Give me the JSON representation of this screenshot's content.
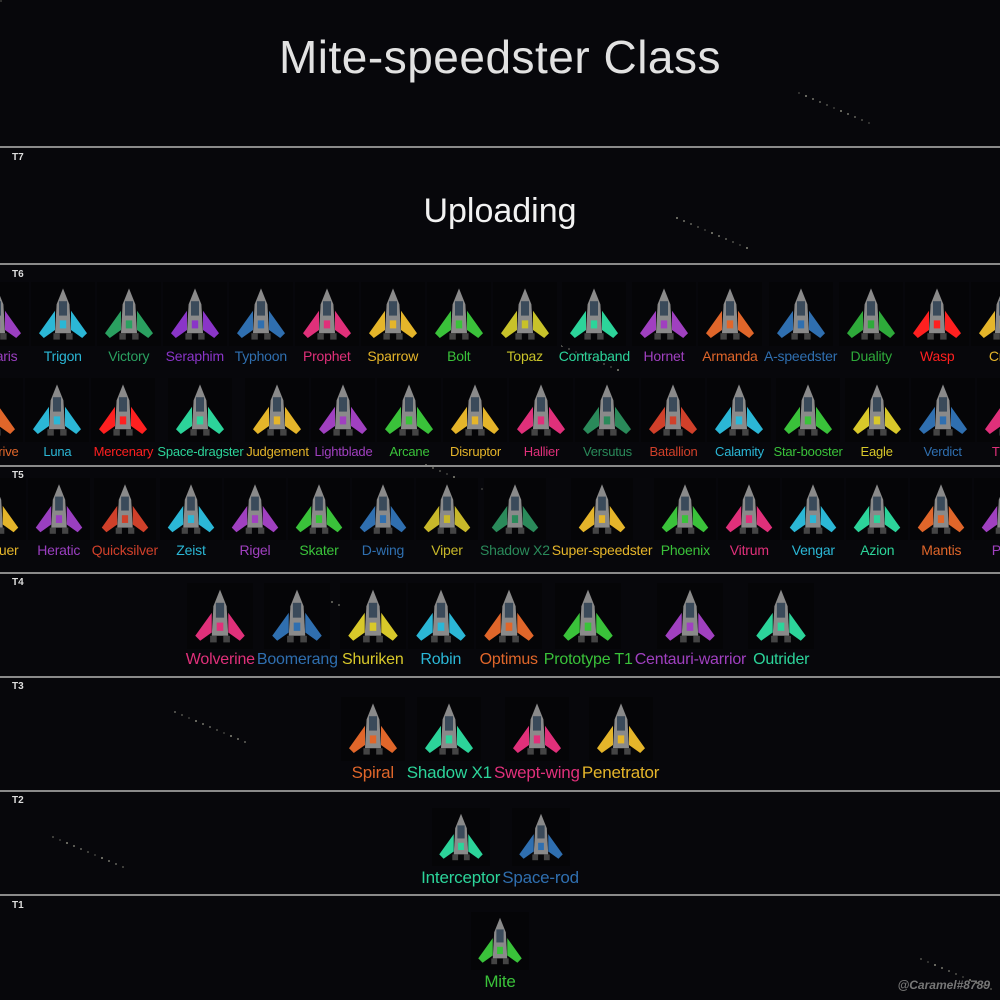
{
  "title": "Mite-speedster Class",
  "watermark": "@Caramel#8789",
  "tiers": {
    "t7": "T7",
    "t6": "T6",
    "t5": "T5",
    "t4": "T4",
    "t3": "T3",
    "t2": "T2",
    "t1": "T1"
  },
  "t7_status": "Uploading",
  "rows": [
    {
      "tier": "T6",
      "ships": [
        [
          "Solaris",
          "#9a3fc0"
        ],
        [
          "Trigon",
          "#2bb7d6"
        ],
        [
          "Victory",
          "#2aa060"
        ],
        [
          "Seraphim",
          "#8a35c8"
        ],
        [
          "Typhoon",
          "#2f6fb0"
        ],
        [
          "Prophet",
          "#e0307a"
        ],
        [
          "Sparrow",
          "#e5b52a"
        ],
        [
          "Bolt",
          "#3ac23a"
        ],
        [
          "Topaz",
          "#c8c22a"
        ],
        [
          "Contraband",
          "#2cd49a"
        ],
        [
          "Hornet",
          "#a040c0"
        ],
        [
          "Armanda",
          "#e0662a"
        ],
        [
          "A-speedster",
          "#2f6fb0"
        ],
        [
          "Duality",
          "#2eaa3a"
        ],
        [
          "Wasp",
          "#ff2020"
        ],
        [
          "Crux",
          "#e5b52a"
        ]
      ]
    },
    {
      "tier": "T6",
      "ships": [
        [
          "Star-drive",
          "#e0662a"
        ],
        [
          "Luna",
          "#2bb7d6"
        ],
        [
          "Mercenary",
          "#ff2020"
        ],
        [
          "Space-dragster",
          "#2cd49a"
        ],
        [
          "Judgement",
          "#e5b52a"
        ],
        [
          "Lightblade",
          "#a040c0"
        ],
        [
          "Arcane",
          "#3ac23a"
        ],
        [
          "Disruptor",
          "#e5b52a"
        ],
        [
          "Hallier",
          "#e0307a"
        ],
        [
          "Versutus",
          "#2a8a5a"
        ],
        [
          "Batallion",
          "#d0402a"
        ],
        [
          "Calamity",
          "#2bb7d6"
        ],
        [
          "Star-booster",
          "#3ac23a"
        ],
        [
          "Eagle",
          "#d8c82a"
        ],
        [
          "Verdict",
          "#2f6fb0"
        ],
        [
          "Trinity",
          "#e0307a"
        ]
      ]
    },
    {
      "tier": "T5",
      "ships": [
        [
          "Pursuer",
          "#e5b52a"
        ],
        [
          "Heratic",
          "#9a3fc0"
        ],
        [
          "Quicksilver",
          "#d0402a"
        ],
        [
          "Zeist",
          "#2bb7d6"
        ],
        [
          "Rigel",
          "#a040c0"
        ],
        [
          "Skater",
          "#3ac23a"
        ],
        [
          "D-wing",
          "#2f6fb0"
        ],
        [
          "Viper",
          "#c8b82a"
        ],
        [
          "Shadow X2",
          "#2a8a5a"
        ],
        [
          "Super-speedster",
          "#e5b52a"
        ],
        [
          "Phoenix",
          "#3ac23a"
        ],
        [
          "Vitrum",
          "#e0307a"
        ],
        [
          "Vengar",
          "#2bb7d6"
        ],
        [
          "Azion",
          "#2cd49a"
        ],
        [
          "Mantis",
          "#e0662a"
        ],
        [
          "Pest",
          "#a040c0"
        ]
      ]
    },
    {
      "tier": "T4",
      "ships": [
        [
          "Wolverine",
          "#e0307a"
        ],
        [
          "Boomerang",
          "#2f6fb0"
        ],
        [
          "Shuriken",
          "#d8c82a"
        ],
        [
          "Robin",
          "#2bb7d6"
        ],
        [
          "Optimus",
          "#e0662a"
        ],
        [
          "Prototype T1",
          "#3ac23a"
        ],
        [
          "Centauri-warrior",
          "#a040c0"
        ],
        [
          "Outrider",
          "#2cd49a"
        ]
      ]
    },
    {
      "tier": "T3",
      "ships": [
        [
          "Spiral",
          "#e0662a"
        ],
        [
          "Shadow X1",
          "#2cd49a"
        ],
        [
          "Swept-wing",
          "#e0307a"
        ],
        [
          "Penetrator",
          "#e5b52a"
        ]
      ]
    },
    {
      "tier": "T2",
      "ships": [
        [
          "Interceptor",
          "#2cd49a"
        ],
        [
          "Space-rod",
          "#2f6fb0"
        ]
      ]
    },
    {
      "tier": "T1",
      "ships": [
        [
          "Mite",
          "#3ac23a"
        ]
      ]
    }
  ]
}
